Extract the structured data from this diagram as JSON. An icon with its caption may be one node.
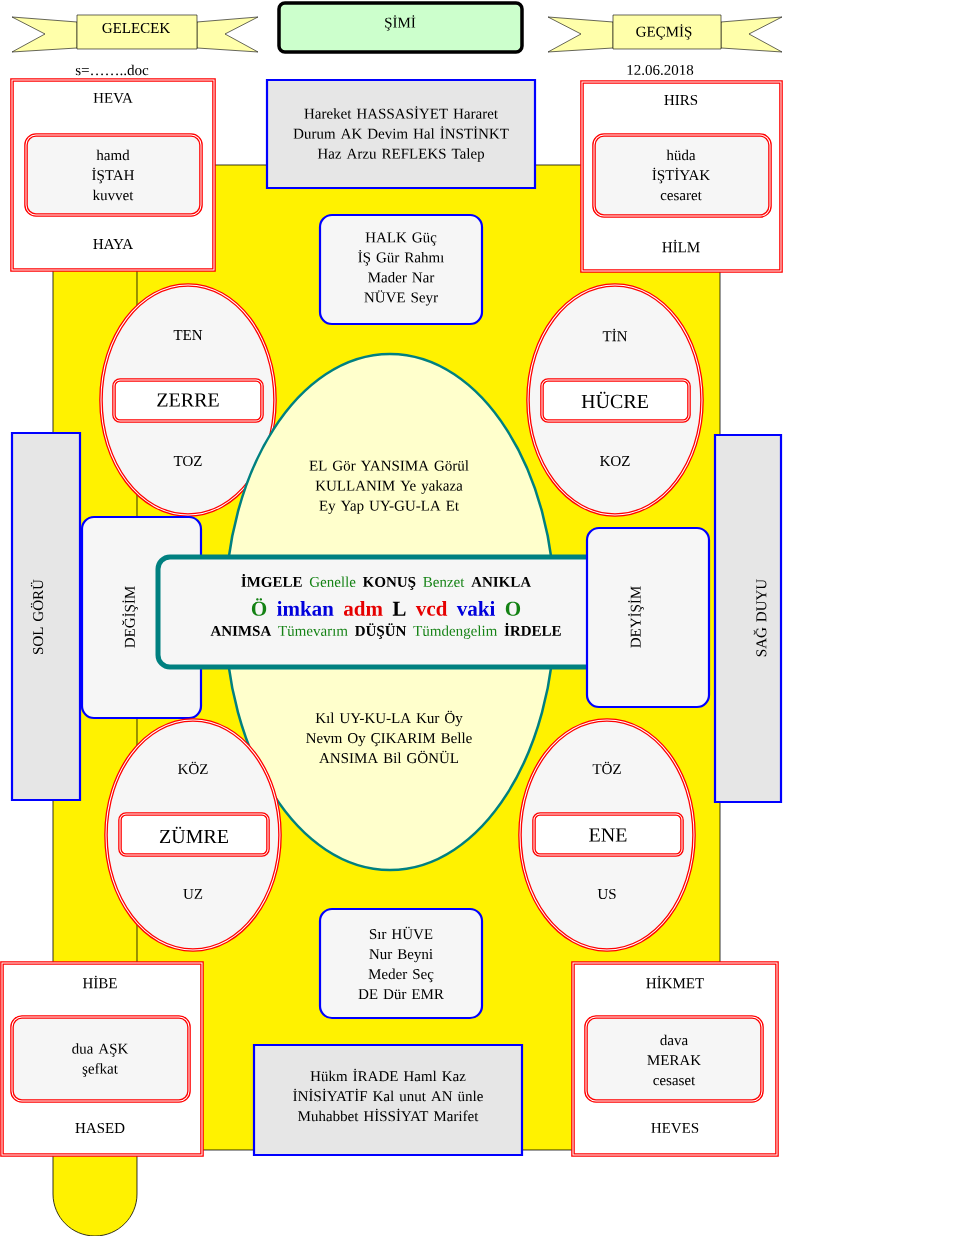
{
  "diagram": {
    "nodes": [
      {
        "text": [
          "GELECEK"
        ],
        "beside": [
          "s=……..doc"
        ]
      },
      {
        "text": [
          "ŞİMİ"
        ]
      },
      {
        "text": [
          "GEÇMİŞ"
        ],
        "beside": [
          "12.06.2018"
        ]
      },
      {
        "text": [
          "HEVA",
          "HAYA"
        ]
      },
      {
        "text": [
          "hamd İŞTAH kuvvet"
        ],
        "in": 3
      },
      {
        "text": [
          "Hareket HASSASİYET Hararet Durum AK Devim Hal İNSTİNKT Haz Arzu REFLEKS Talep"
        ]
      },
      {
        "text": [
          "HIRS",
          "HİLM"
        ]
      },
      {
        "text": [
          "hüda İŞTİYAK cesaret"
        ],
        "in": 6
      },
      {
        "text": [
          "HALK Güç İŞ Gür Rahmı Mader Nar NÜVE Seyr"
        ]
      },
      {
        "text": [
          "TEN",
          "TOZ"
        ]
      },
      {
        "text": [
          "ZERRE"
        ],
        "in": 9
      },
      {
        "text": [
          "TİN",
          "KOZ"
        ]
      },
      {
        "text": [
          "HÜCRE"
        ],
        "in": 11
      },
      {
        "text": [
          "SOL   GÖRÜ"
        ]
      },
      {
        "text": [
          "EL Gör YANSIMA Görül KULLANIM Ye yakaza Ey Yap UY-GU-LA Et",
          "Kıl UY-KU-LA Kur Öy Nevm Oy ÇIKARIM Belle ANSIMA Bil GÖNÜL"
        ]
      },
      {
        "text": [
          "DEĞİŞİM"
        ]
      },
      {
        "text": [
          "İMGELE",
          "Genelle",
          "KONUŞ",
          "Benzet",
          "ANIKLA",
          "Ö",
          "imkan",
          "adm",
          "L",
          "vcd",
          "vaki",
          "O",
          "ANIMSA",
          "Tümevarım",
          "DÜŞÜN",
          "Tümdengelim",
          "İRDELE"
        ]
      },
      {
        "text": [
          "DEYİŞİM"
        ]
      },
      {
        "text": [
          "SAĞ   DUYU"
        ]
      },
      {
        "text": [
          "KÖZ",
          "UZ"
        ]
      },
      {
        "text": [
          "ZÜMRE"
        ],
        "in": 19
      },
      {
        "text": [
          "TÖZ",
          "US"
        ]
      },
      {
        "text": [
          "ENE"
        ],
        "in": 21
      },
      {
        "text": [
          "Sır HÜVE Nur Beyni Meder Seç DE Dür EMR"
        ]
      },
      {
        "text": [
          "HİBE",
          "HASED"
        ]
      },
      {
        "text": [
          "dua AŞK şefkat"
        ],
        "in": 24
      },
      {
        "text": [
          "Hükm İRADE Haml Kaz İNİSİYATİF Kal unut AN ünle Muhabbet HİSSİYAT Marifet"
        ]
      },
      {
        "text": [
          "HİKMET",
          "HEVES"
        ]
      },
      {
        "text": [
          "dava MERAK cesaset"
        ],
        "in": 27
      }
    ]
  }
}
